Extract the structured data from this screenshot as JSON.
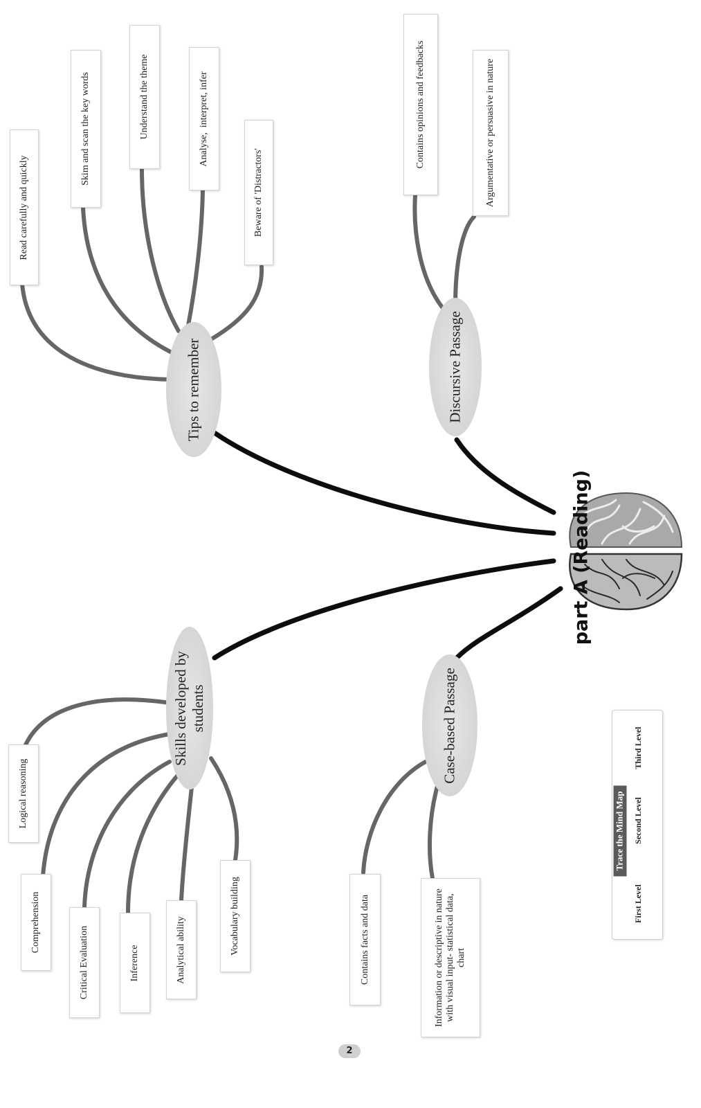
{
  "title": "part A (Reading)",
  "hubs": {
    "tips": "Tips to remember",
    "discursive": "Discursive Passage",
    "skills": "Skills developed by students",
    "case_based": "Case-based Passage"
  },
  "tips_items": [
    "Read carefully and quickly",
    "Skim and scan the key words",
    "Understand the theme",
    "Analyse,  interpret, infer",
    "Beware of 'Distractors'"
  ],
  "discursive_items": [
    "Contains opinions and feedbacks",
    "Argumentative or persuasive in nature"
  ],
  "skills_items": [
    "Logical reasoning",
    "Comprehension",
    "Critical Evaluation",
    "Inference",
    "Analytical ability",
    "Vocabulary building"
  ],
  "case_items": [
    "Contains facts and data",
    "Information or descriptive in nature with  visual input- statistical data, chart"
  ],
  "legend": {
    "title": "Trace the  Mind Map",
    "first": "First Level",
    "second": "Second Level",
    "third": "Third Level"
  },
  "page_number": "2"
}
